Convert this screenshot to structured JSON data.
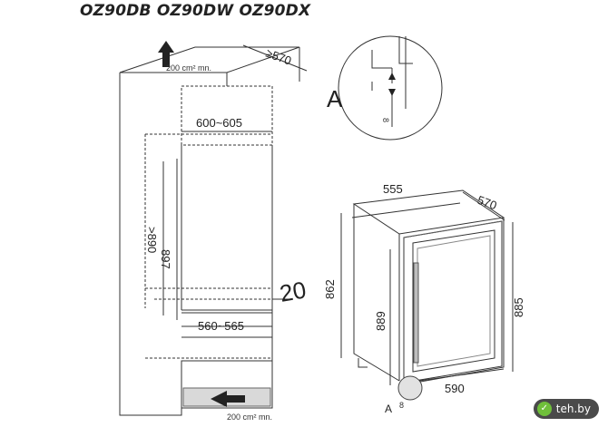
{
  "title": "OZ90DB OZ90DW OZ90DX",
  "cabinet": {
    "vent_top": "200 cm² mn.",
    "vent_bottom": "200 cm² mn.",
    "depth": "≥570",
    "width_range": "600~605",
    "niche_min": ">890",
    "niche_height": "897",
    "gap": "20",
    "bottom_width": "560~565"
  },
  "detail": {
    "label": "A",
    "gap": "8"
  },
  "appliance": {
    "width": "555",
    "depth": "570",
    "height_body": "862",
    "height_front": "889",
    "height_total": "885",
    "door_width": "590",
    "label_a": "A",
    "label_8": "8"
  },
  "watermark": {
    "logo": "✓",
    "text": "teh.by"
  }
}
